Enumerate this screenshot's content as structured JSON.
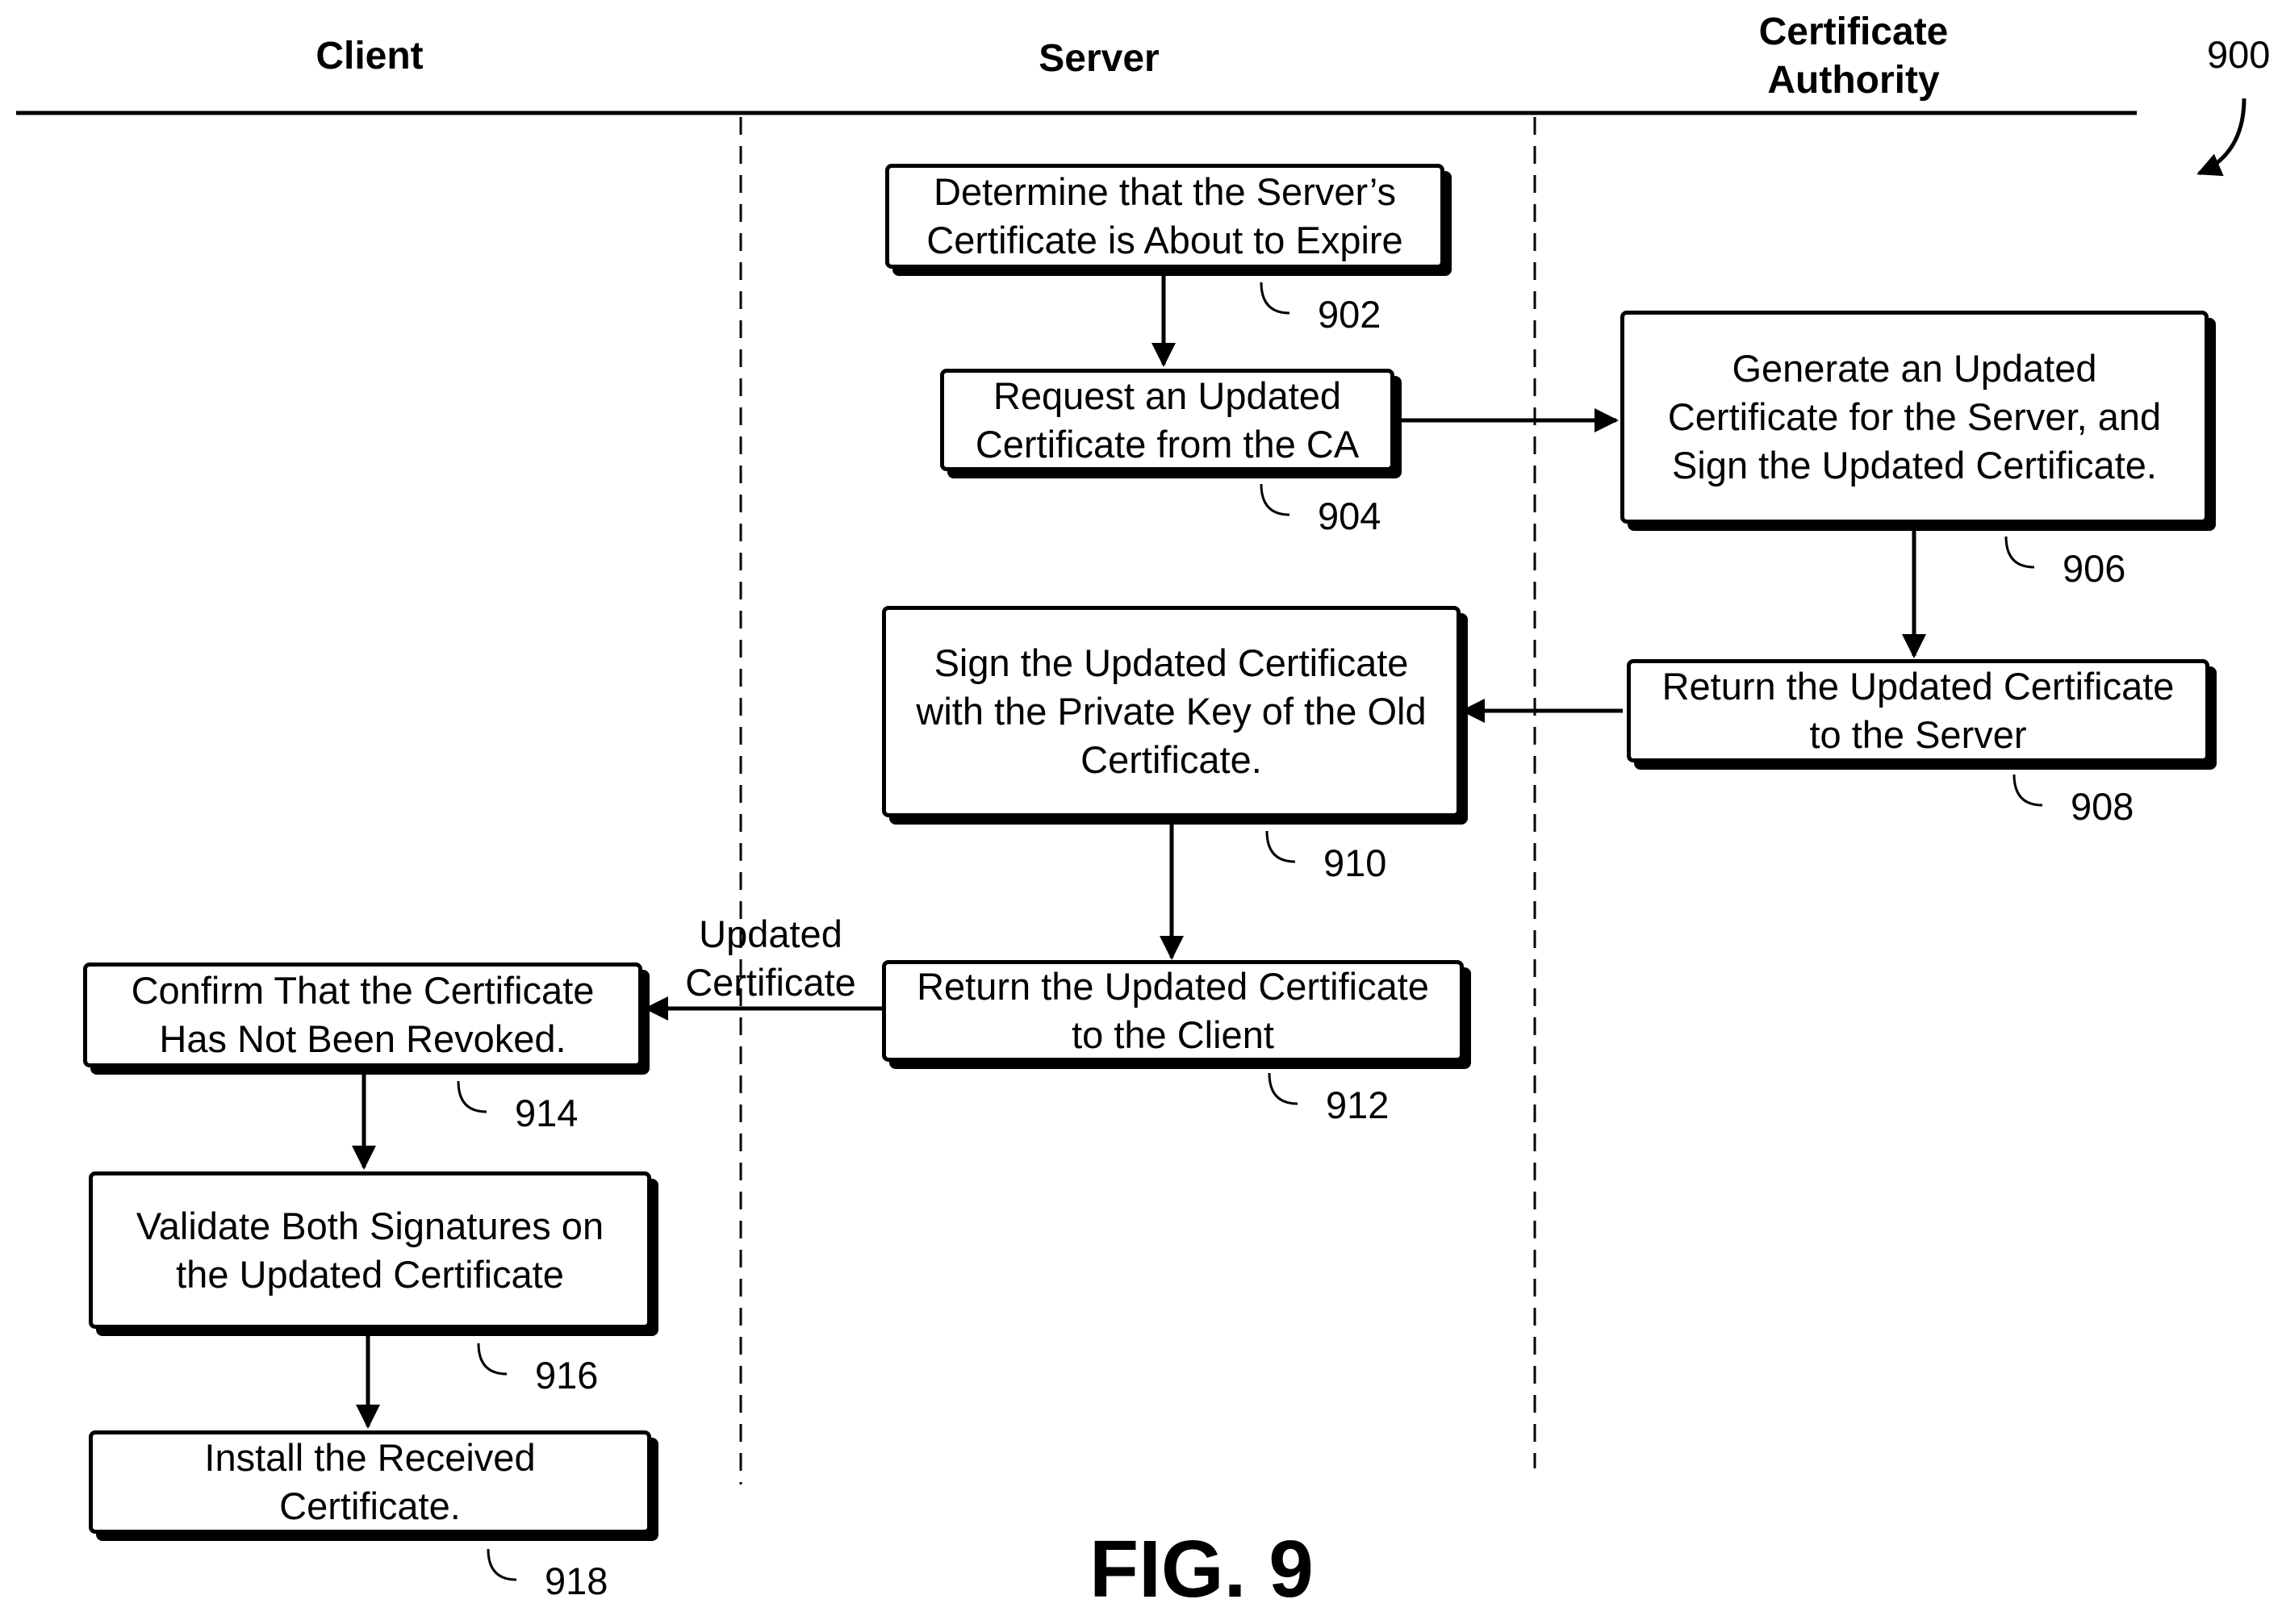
{
  "diagram_ref": "900",
  "lanes": {
    "client": "Client",
    "server": "Server",
    "ca": "Certificate\nAuthority"
  },
  "steps": {
    "s902": {
      "text": "Determine that the Server’s\nCertificate is About to Expire",
      "ref": "902"
    },
    "s904": {
      "text": "Request an Updated\nCertificate from the CA",
      "ref": "904"
    },
    "s906": {
      "text": "Generate an Updated\nCertificate for the Server, and\nSign the Updated Certificate.",
      "ref": "906"
    },
    "s908": {
      "text": "Return the Updated Certificate\nto the Server",
      "ref": "908"
    },
    "s910": {
      "text": "Sign the Updated Certificate\nwith the Private Key of the Old\nCertificate.",
      "ref": "910"
    },
    "s912": {
      "text": "Return the Updated Certificate\nto the Client",
      "ref": "912"
    },
    "s914": {
      "text": "Confirm That the Certificate\nHas Not Been Revoked.",
      "ref": "914"
    },
    "s916": {
      "text": "Validate Both Signatures on\nthe Updated Certificate",
      "ref": "916"
    },
    "s918": {
      "text": "Install the Received\nCertificate.",
      "ref": "918"
    }
  },
  "arrow_label_912_914": "Updated\nCertificate",
  "figure_label": "FIG. 9"
}
